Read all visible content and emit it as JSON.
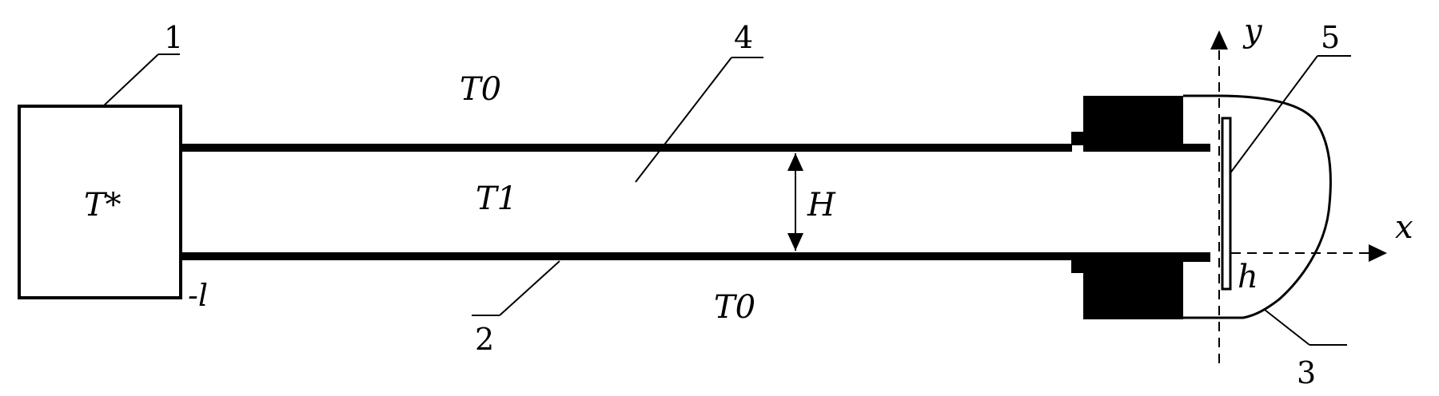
{
  "labels": {
    "n1": "1",
    "n2": "2",
    "n3": "3",
    "n4": "4",
    "n5": "5",
    "t_star": "T*",
    "t0_top": "T0",
    "t1": "T1",
    "t0_bottom": "T0",
    "neg_l": "-l",
    "h_big": "H",
    "h_small": "h",
    "axis_x": "x",
    "axis_y": "y"
  },
  "colors": {
    "line": "#000000",
    "background": "#ffffff"
  }
}
